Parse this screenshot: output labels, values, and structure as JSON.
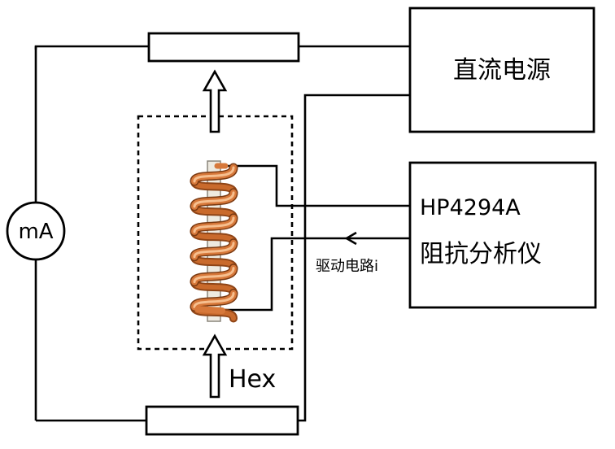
{
  "labels": {
    "dc_power": "直流电源",
    "analyzer_model": "HP4294A",
    "analyzer_name": "阻抗分析仪",
    "ammeter": "mA",
    "field": "Hex",
    "drive_circuit": "驱动电路i"
  },
  "colors": {
    "line": "#000000",
    "coil": "#d2732f",
    "coil_highlight": "#f2b07a",
    "coil_shadow": "#8f4517",
    "core": "#eeeae0"
  },
  "coil": {
    "turns": 6
  }
}
